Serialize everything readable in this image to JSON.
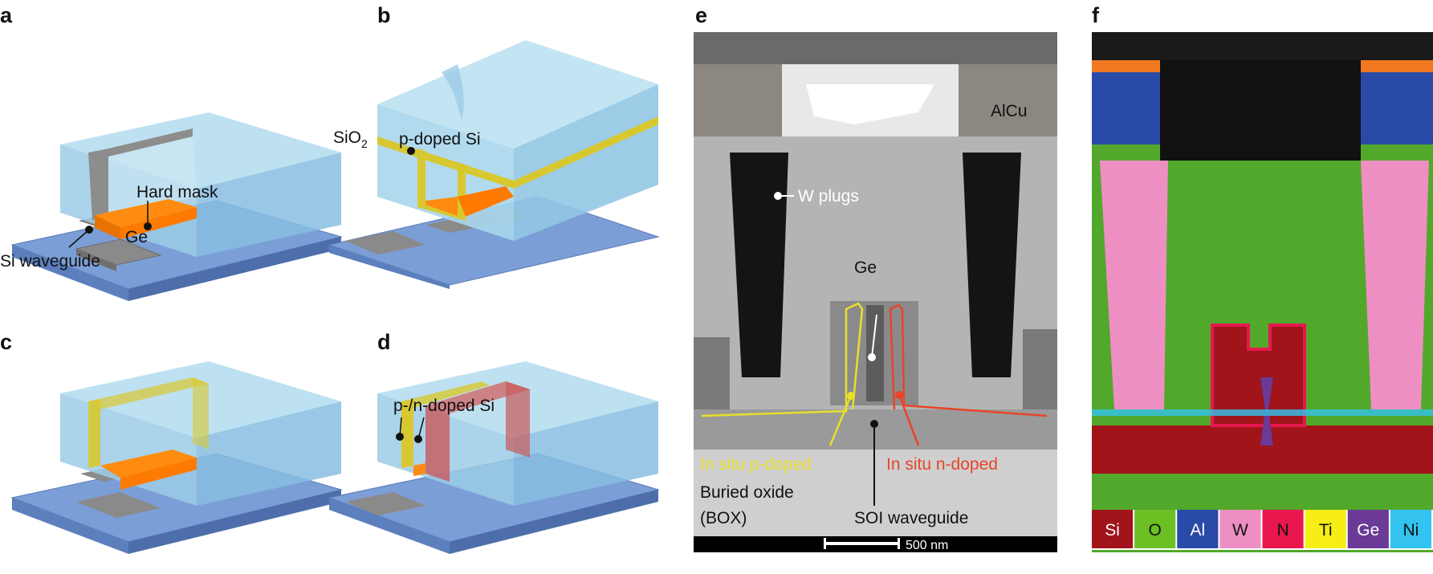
{
  "panels": {
    "a": {
      "label": "a",
      "hard_mask": "Hard mask",
      "ge": "Ge",
      "si_waveguide": "Si waveguide"
    },
    "b": {
      "label": "b",
      "sio2": "SiO",
      "sio2_sub": "2",
      "p_doped": "p-doped Si"
    },
    "c": {
      "label": "c"
    },
    "d": {
      "label": "d",
      "pn_doped": "p-/n-doped Si"
    },
    "e": {
      "label": "e",
      "alcu": "AlCu",
      "w_plugs": "W plugs",
      "ge": "Ge",
      "p_insitu": "In situ p-doped",
      "n_insitu": "In situ n-doped",
      "box_line1": "Buried oxide",
      "box_line2": "(BOX)",
      "soi": "SOI waveguide",
      "scale": "500 nm"
    },
    "f": {
      "label": "f",
      "legend": [
        {
          "symbol": "Si",
          "color": "#a0141a",
          "text_color": "#ffffff"
        },
        {
          "symbol": "O",
          "color": "#6cc024",
          "text_color": "#111111"
        },
        {
          "symbol": "Al",
          "color": "#2a4aa8",
          "text_color": "#ffffff"
        },
        {
          "symbol": "W",
          "color": "#ee8fc3",
          "text_color": "#111111"
        },
        {
          "symbol": "N",
          "color": "#e8174e",
          "text_color": "#111111"
        },
        {
          "symbol": "Ti",
          "color": "#f6ee15",
          "text_color": "#111111"
        },
        {
          "symbol": "Ge",
          "color": "#6a3a96",
          "text_color": "#ffffff"
        },
        {
          "symbol": "Ni",
          "color": "#33c3ee",
          "text_color": "#111111"
        }
      ]
    }
  },
  "colors": {
    "ge_orange": "#ff8c10",
    "p_doped_yellow": "#d8c830",
    "n_doped_red": "#d04848",
    "sio2_blue": "#a8d6ec",
    "box_blue": "#6a8ec8",
    "si_gray": "#8a8a8a"
  }
}
